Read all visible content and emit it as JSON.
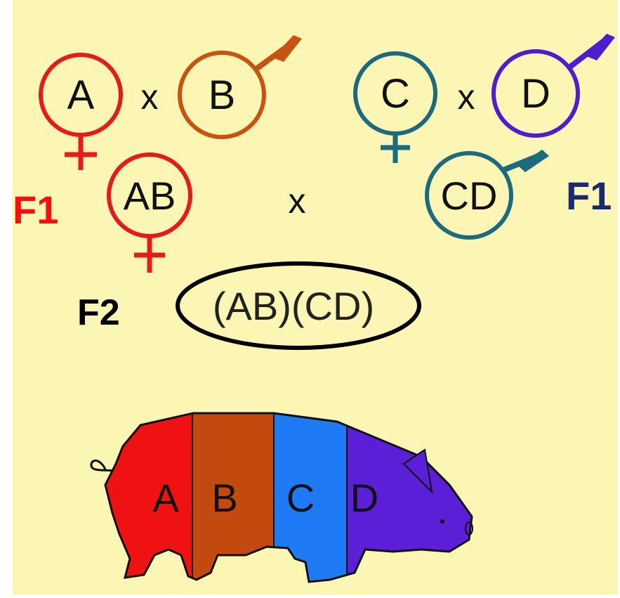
{
  "parents": {
    "a": "A",
    "times_1": "x",
    "b": "B",
    "c": "C",
    "times_2": "x",
    "d": "D"
  },
  "f1": {
    "ab": "AB",
    "times": "x",
    "cd": "CD",
    "left_label": "F1",
    "right_label": "F1"
  },
  "f2": {
    "label": "F2",
    "result": "(AB)(CD)"
  },
  "pig": {
    "a": "A",
    "b": "B",
    "c": "C",
    "d": "D"
  },
  "colors": {
    "background": "#fbf6b4",
    "a": "#e8191a",
    "b": "#c8530f",
    "c": "#1a6b80",
    "d": "#4a1fd0",
    "pig_c": "#1f7af5",
    "pig_d": "#5a1fd6",
    "f1_right": "#1a2a70"
  }
}
